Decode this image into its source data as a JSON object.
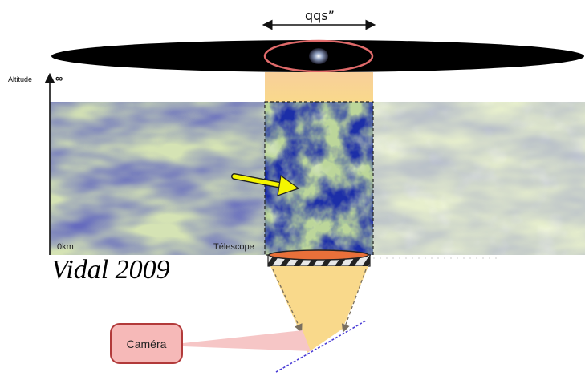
{
  "labels": {
    "angular_scale": "qqs”",
    "altitude": "Altitude",
    "infinity": "∞",
    "ground": "0km",
    "telescope": "Télescope",
    "credit": "Vidal 2009",
    "camera": "Caméra"
  },
  "colors": {
    "sky_disk": "#000000",
    "galaxy_ring": "#e06a6a",
    "beam": "#f9d98b",
    "beam_top": "#f8cf9a",
    "arrow": "#f5f500",
    "lens": "#e8703a",
    "camera_fill": "#f6b9b8",
    "camera_border": "#b23a3a",
    "camera_cone": "#f6c6c6",
    "detector_line": "#4a3cd6"
  }
}
